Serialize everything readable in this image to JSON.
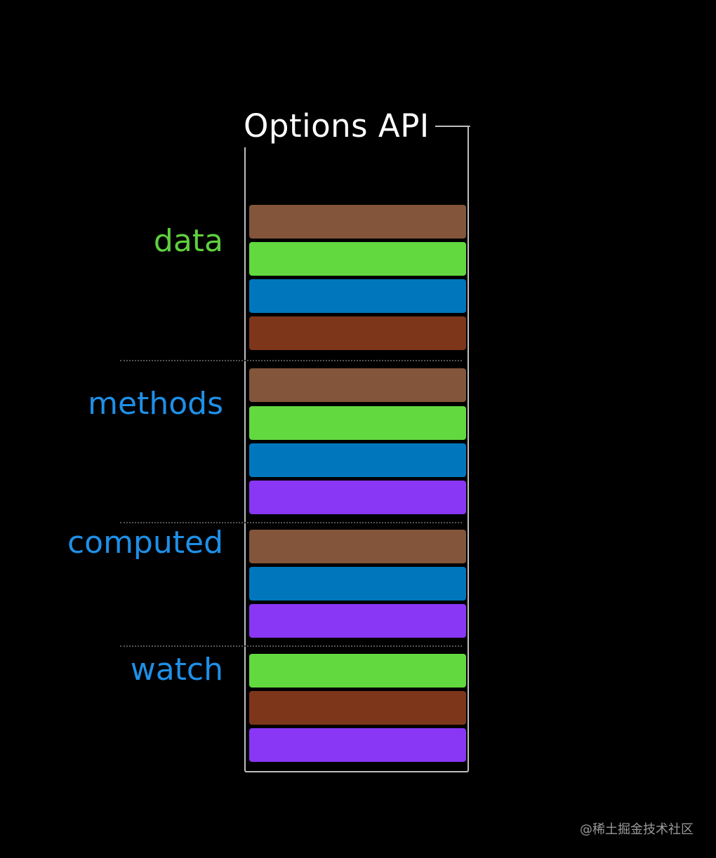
{
  "title": "Options API",
  "colors": {
    "frame": "#bfbfbf",
    "brown": "#83553a",
    "green": "#62d93f",
    "blue": "#0077bd",
    "rust": "#7d361a",
    "purple": "#8936f5",
    "label_green": "#5fcf3f",
    "label_blue": "#1e90e8"
  },
  "groups": [
    {
      "label": "data",
      "label_color": "#5fcf3f",
      "bars": [
        "brown",
        "green",
        "blue",
        "rust"
      ]
    },
    {
      "label": "methods",
      "label_color": "#1e90e8",
      "bars": [
        "brown",
        "green",
        "blue",
        "purple"
      ]
    },
    {
      "label": "computed",
      "label_color": "#1e90e8",
      "bars": [
        "brown",
        "blue",
        "purple"
      ]
    },
    {
      "label": "watch",
      "label_color": "#1e90e8",
      "bars": [
        "green",
        "rust",
        "purple"
      ]
    }
  ],
  "watermark": "@稀土掘金技术社区"
}
